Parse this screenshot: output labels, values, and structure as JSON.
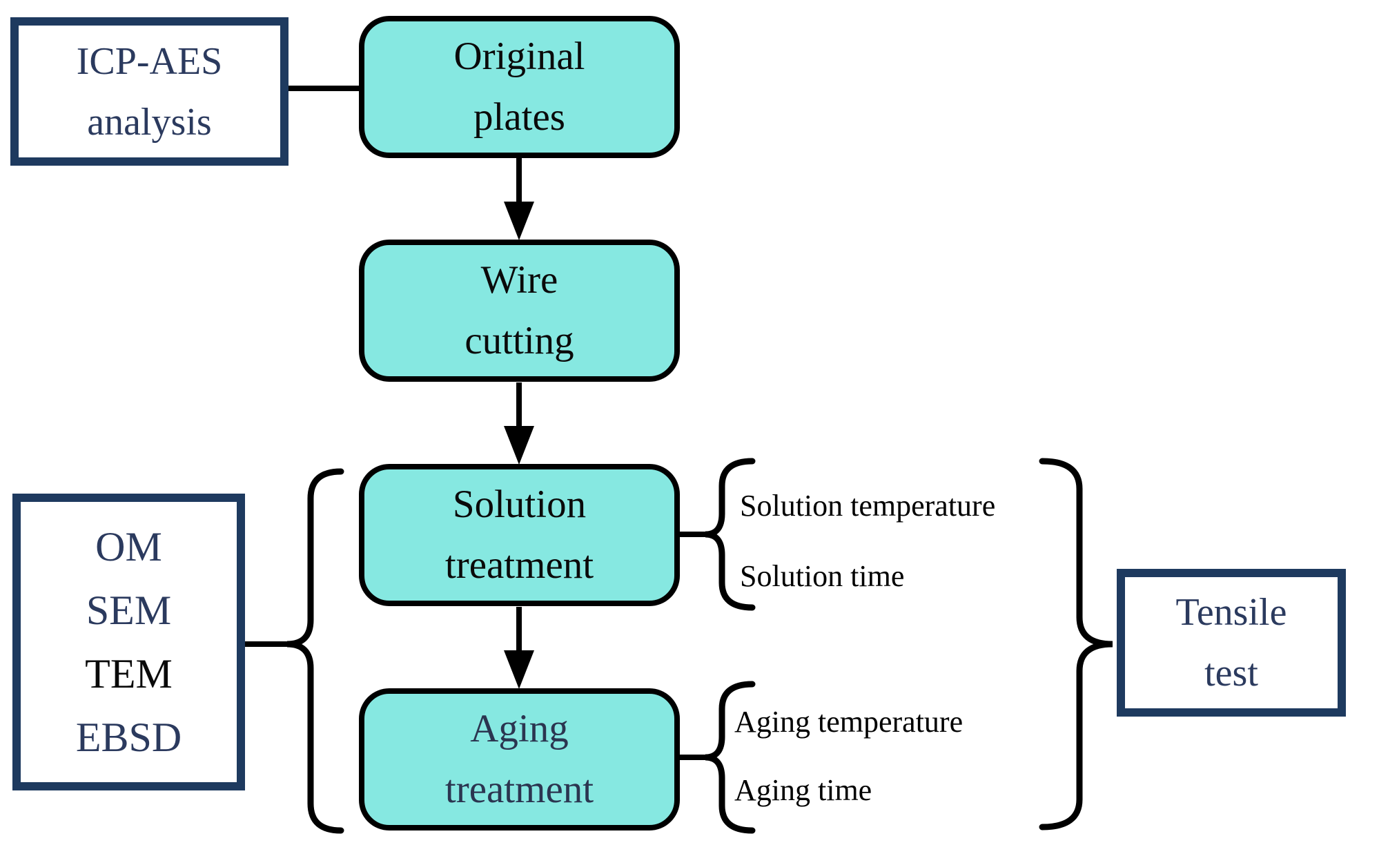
{
  "nodes": {
    "icp": {
      "line1": "ICP-AES",
      "line2": "analysis"
    },
    "original": {
      "line1": "Original",
      "line2": "plates"
    },
    "wire": {
      "line1": "Wire",
      "line2": "cutting"
    },
    "solution": {
      "line1": "Solution",
      "line2": "treatment"
    },
    "aging": {
      "line1": "Aging",
      "line2": "treatment"
    },
    "methods": {
      "line1": "OM",
      "line2": "SEM",
      "line3": "TEM",
      "line4": "EBSD"
    },
    "tensile": {
      "line1": "Tensile",
      "line2": "test"
    }
  },
  "annotations": {
    "solution_params": {
      "line1": "Solution temperature",
      "line2": "Solution time"
    },
    "aging_params": {
      "line1": "Aging temperature",
      "line2": "Aging time"
    }
  },
  "colors": {
    "node_fill": "#86e8e1",
    "node_border": "#000000",
    "navy_border": "#1e3a5f",
    "navy_text": "#2b3a5e",
    "aging_text": "#2b3550",
    "annotation_text": "#000000",
    "connector": "#000000",
    "background": "#ffffff"
  }
}
